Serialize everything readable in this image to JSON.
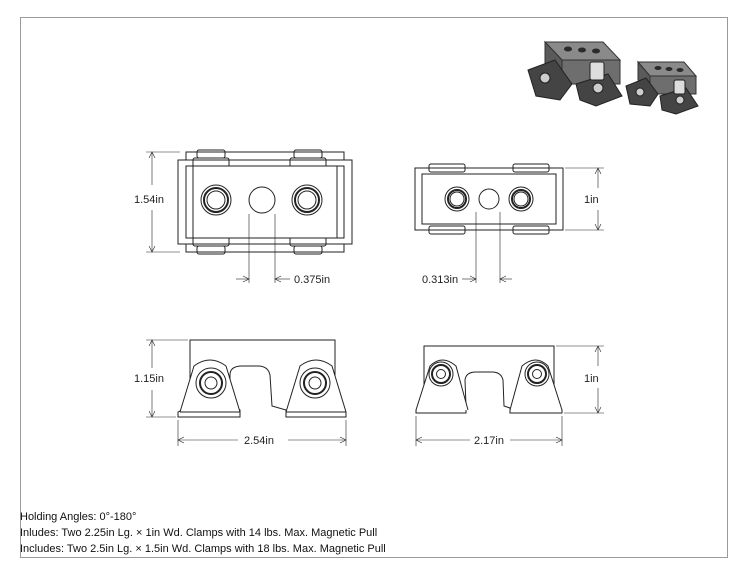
{
  "dimensions": {
    "large_top_height": "1.54in",
    "large_hole_offset": "0.375in",
    "small_top_height": "1in",
    "small_hole_offset": "0.313in",
    "large_front_height": "1.15in",
    "large_front_width": "2.54in",
    "small_front_height": "1in",
    "small_front_width": "2.17in"
  },
  "notes": {
    "line1": "Holding Angles: 0°-180°",
    "line2": "Inludes: Two 2.25in Lg. × 1in Wd. Clamps with 14 lbs. Max. Magnetic Pull",
    "line3": "Includes: Two 2.5in Lg. × 1.5in Wd. Clamps with 18 lbs. Max. Magnetic Pull"
  },
  "colors": {
    "line": "#222222",
    "border": "#999999",
    "product": "#555555"
  }
}
